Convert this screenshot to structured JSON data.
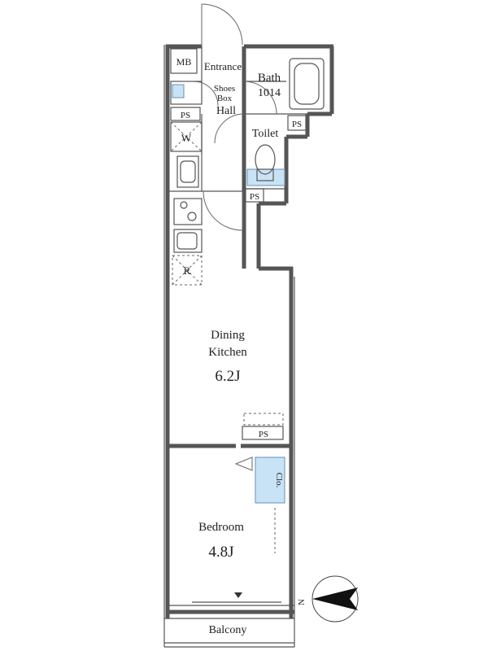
{
  "rooms": {
    "mb": "MB",
    "entrance": "Entrance",
    "shoes_box_1": "Shoes",
    "shoes_box_2": "Box",
    "hall": "Hall",
    "bath_1": "Bath",
    "bath_2": "1014",
    "toilet": "Toilet",
    "ps_left": "PS",
    "ps_bath": "PS",
    "ps_toilet": "PS",
    "ps_mid": "PS",
    "washer": "W",
    "fridge": "R",
    "dining_1": "Dining",
    "dining_2": "Kitchen",
    "dining_size": "6.2J",
    "closet": "Clo.",
    "bedroom": "Bedroom",
    "bedroom_size": "4.8J",
    "balcony": "Balcony"
  },
  "compass": {
    "north_label": "N"
  },
  "colors": {
    "walls": "#555555",
    "fixture_fill": "#c9e3f6"
  }
}
